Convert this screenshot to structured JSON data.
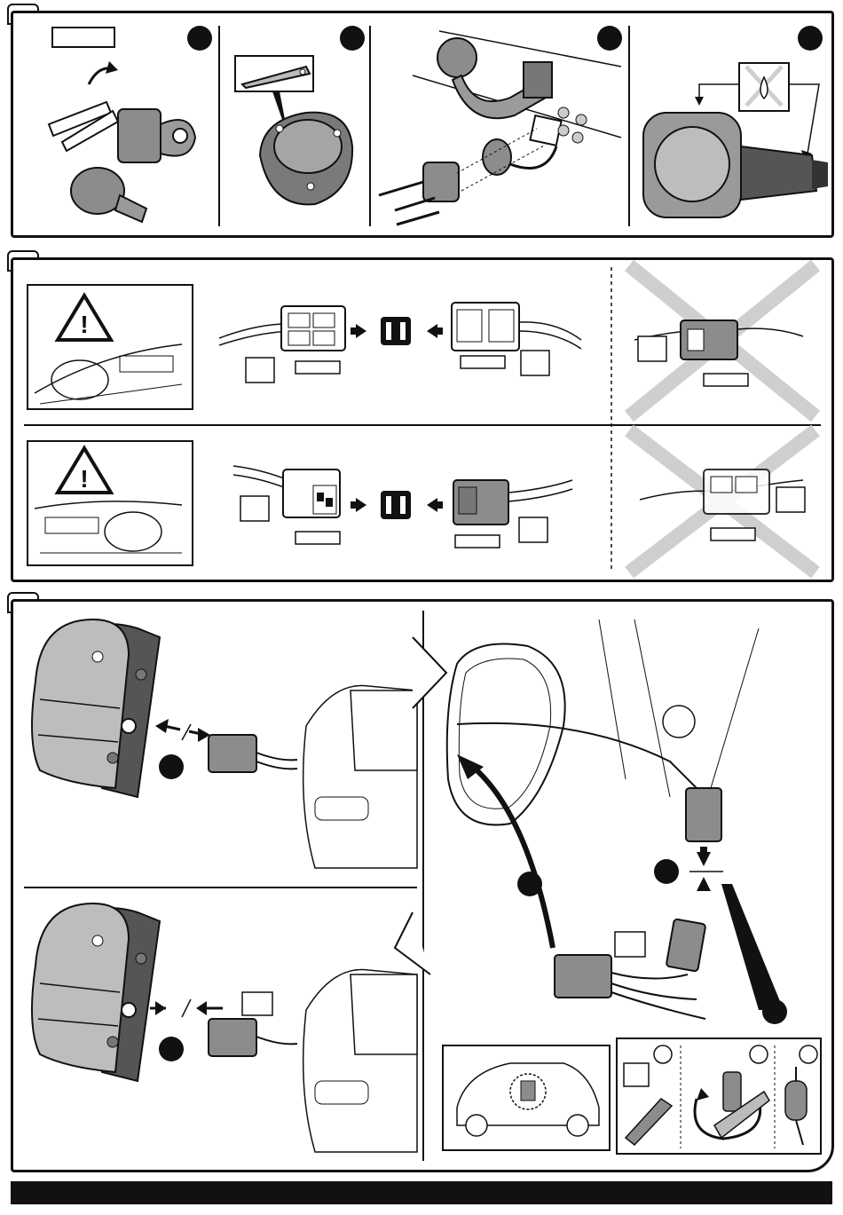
{
  "sections": [
    {
      "id": "section-1",
      "label": ""
    },
    {
      "id": "section-2",
      "label": ""
    },
    {
      "id": "section-3",
      "label": ""
    }
  ],
  "footer": {
    "text": ""
  },
  "warning_symbol": "exclamation-triangle-icon",
  "colors": {
    "ink": "#111111",
    "gray": "#8c8c8c",
    "light_gray": "#d9d9d9",
    "cross": "#cfcfcf"
  }
}
